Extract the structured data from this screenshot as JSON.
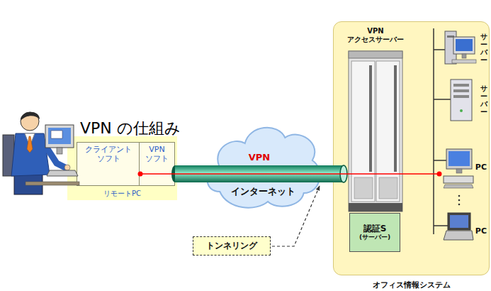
{
  "diagram": {
    "title": "VPN の仕組み",
    "nodes": [
      {
        "text": [
          "リモートPC"
        ]
      },
      {
        "text": [
          "クライアント ソフト"
        ],
        "in": 0
      },
      {
        "text": [
          "VPN ソフト"
        ],
        "in": 0
      },
      {
        "text": [
          "インターネット"
        ]
      },
      {
        "text": [
          "オフィス情報システム"
        ]
      },
      {
        "text": [
          "VPN アクセスサーバー"
        ],
        "in": 4
      },
      {
        "text": [
          "認証S",
          "(サーバー)"
        ],
        "in": 4
      },
      {
        "text": [
          "サーバー"
        ],
        "in": 4
      },
      {
        "text": [
          "サーバー"
        ],
        "in": 4
      },
      {
        "text": [
          "PC"
        ],
        "in": 4
      },
      {
        "text": [
          "PC"
        ],
        "in": 4
      },
      {
        "text": [
          "トンネリング"
        ]
      }
    ],
    "edges": [
      {
        "from": 2,
        "to": 5,
        "arrow": "none",
        "label": "VPN"
      },
      {
        "from": 1,
        "to": 9,
        "arrow": "none"
      }
    ]
  }
}
